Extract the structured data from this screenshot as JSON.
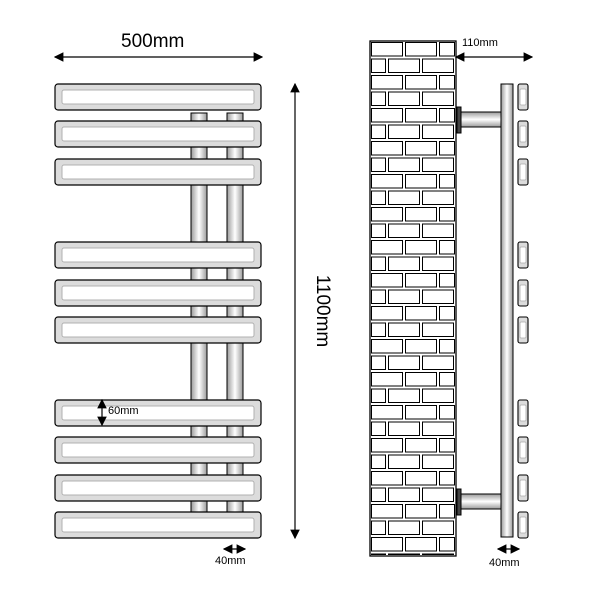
{
  "labels": {
    "width": "500mm",
    "height": "1100mm",
    "bar_height": "60mm",
    "bar_spacing": "40mm",
    "wall_depth": "110mm",
    "side_depth": "40mm"
  },
  "front_view": {
    "bar_groups": [
      3,
      3,
      4
    ]
  },
  "colors": {
    "line": "#000000",
    "bar_fill": "#d9d9d9",
    "bar_inner": "#ffffff",
    "brick_fill": "#ffffff"
  }
}
